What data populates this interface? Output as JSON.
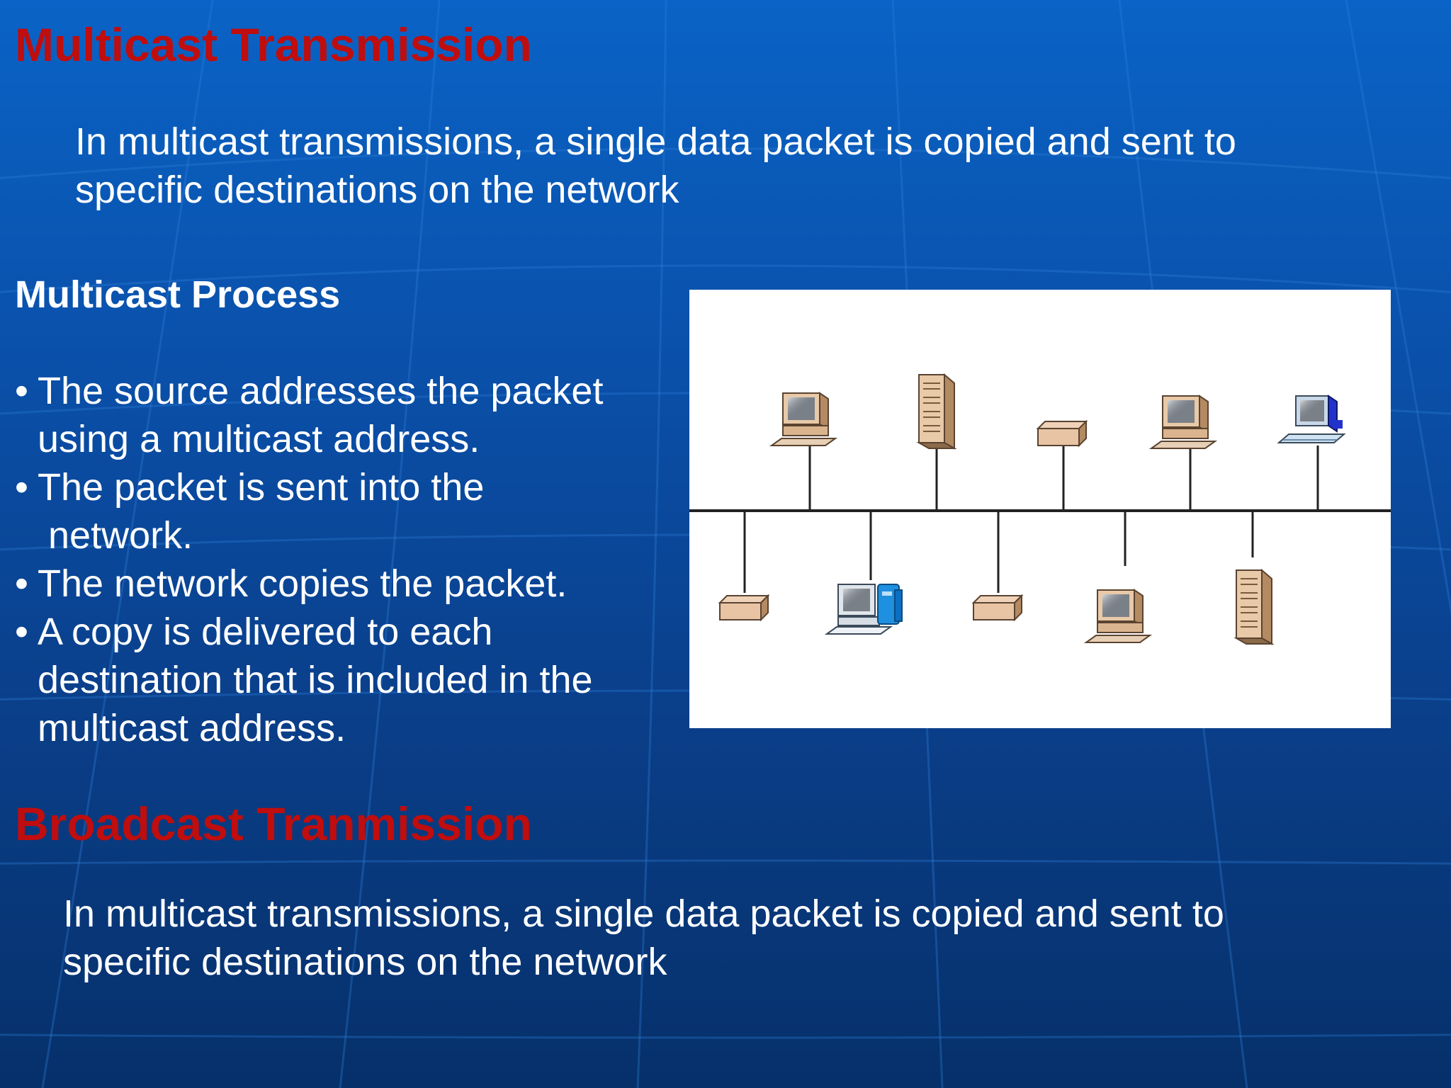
{
  "slide": {
    "multicast_title": "Multicast Transmission",
    "multicast_desc_line1": "In multicast transmissions, a single data packet is copied and sent to",
    "multicast_desc_line2": "specific destinations on the network",
    "process_heading": "Multicast Process",
    "bullets": [
      {
        "line1": "The source addresses the packet",
        "line2": "using a multicast address."
      },
      {
        "line1": "The packet is sent into the",
        "line2": " network."
      },
      {
        "line1": "The network copies the packet.",
        "line2": ""
      },
      {
        "line1": "A copy is delivered to each",
        "line2": "destination that is included in the",
        "line3": "multicast address."
      }
    ],
    "broadcast_title": "Broadcast Tranmission",
    "broadcast_desc_line1": "In multicast transmissions, a single data packet is copied and sent to",
    "broadcast_desc_line2": "specific destinations on the network"
  },
  "diagram": {
    "top_devices": [
      "desktop-computer-icon",
      "tower-server-icon",
      "network-box-icon",
      "desktop-computer-icon",
      "laptop-icon"
    ],
    "bottom_devices": [
      "network-box-icon",
      "workstation-with-drive-icon",
      "network-box-icon",
      "desktop-computer-icon",
      "tower-server-icon"
    ]
  },
  "colors": {
    "title_red": "#c00d0d",
    "text_white": "#ffffff",
    "background_blue": "#0a4fa8"
  }
}
